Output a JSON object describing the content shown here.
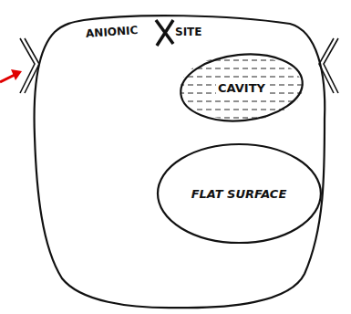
{
  "diagram": {
    "nodes": [
      {
        "text": [
          "CAVITY"
        ]
      },
      {
        "text": [
          "FLAT SURFACE"
        ]
      }
    ],
    "labels": [
      "ANIONIC",
      "SITE"
    ]
  }
}
